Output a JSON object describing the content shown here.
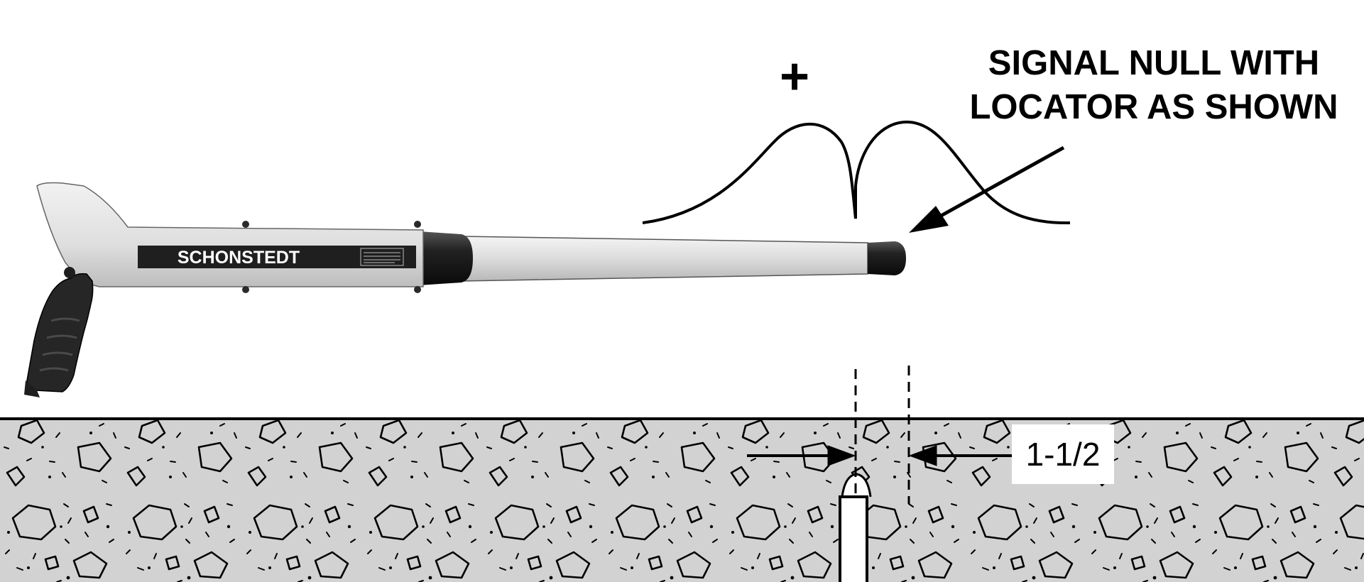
{
  "diagram": {
    "plus_symbol": "+",
    "callout_lines": [
      "SIGNAL NULL WITH",
      "LOCATOR AS SHOWN"
    ],
    "brand": "SCHONSTEDT",
    "dimension": "1-1/2"
  },
  "colors": {
    "ground_fill": "#d2d2d2",
    "locator_body": "#e3e3e3",
    "locator_dark": "#1e1e1e",
    "ink": "#000000"
  },
  "icons": [
    "locator-device",
    "signal-curve",
    "pointer-arrow",
    "dimension-arrows",
    "buried-marker"
  ]
}
